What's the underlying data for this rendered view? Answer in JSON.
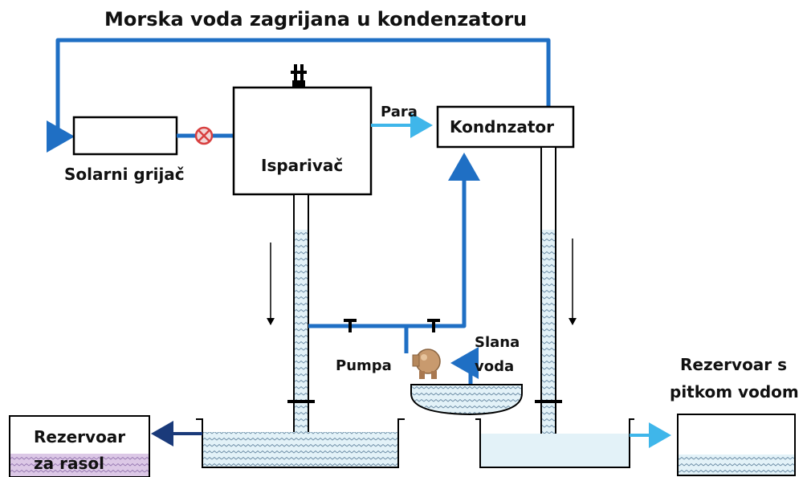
{
  "labels": {
    "title": "Morska voda zagrijana u kondenzatoru",
    "solar_heater": "Solarni grijač",
    "evaporator": "Isparivač",
    "steam": "Para",
    "condenser": "Kondnzator",
    "pump": "Pumpa",
    "salt_water_line1": "Slana",
    "salt_water_line2": "voda",
    "fresh_tank_line1": "Rezervoar s",
    "fresh_tank_line2": "pitkom vodom",
    "brine_tank_line1": "Rezervoar",
    "brine_tank_line2": "za rasol"
  },
  "colors": {
    "pipe_blue": "#1f6fc4",
    "steam_blue": "#3fb6ea",
    "water_fill": "#e3f2f8",
    "wave": "#6f8fa8",
    "brine_fill": "#dcc8e6",
    "brine_wave": "#9a7cb4",
    "valve_red": "#d84040",
    "pump_body": "#c89a6e",
    "dark_arrow": "#1a3a7a"
  },
  "icons": [
    "valve-icon",
    "pump-icon",
    "tap-icon",
    "flow-arrow-icon"
  ]
}
